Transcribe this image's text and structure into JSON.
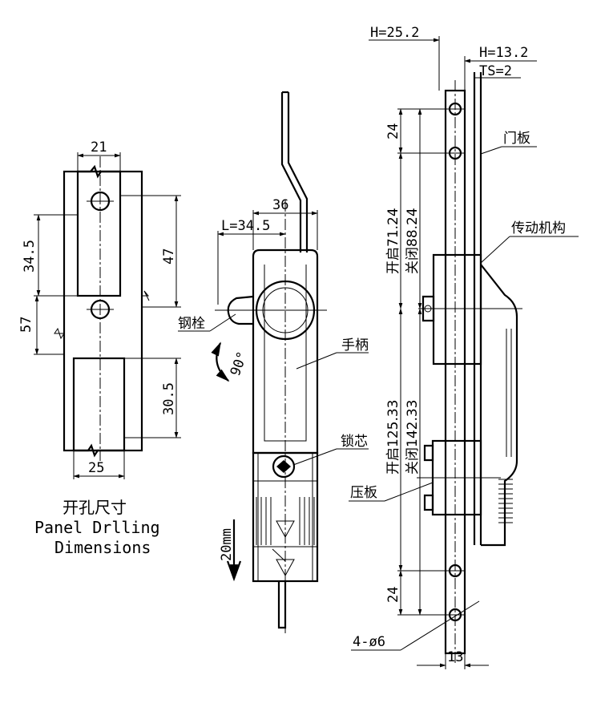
{
  "panel_drilling": {
    "dim_top_width": "21",
    "dim_bottom_width": "25",
    "dim_left_upper": "34.5",
    "dim_left_total": "57",
    "dim_right_upper": "47",
    "dim_right_lower": "30.5",
    "caption_cn": "开孔尺寸",
    "caption_en_line1": "Panel Drlling",
    "caption_en_line2": "Dimensions"
  },
  "front_view": {
    "dim_width": "36",
    "dim_L": "L=34.5",
    "label_bolt": "钢栓",
    "label_handle": "手柄",
    "label_lock_core": "锁芯",
    "rotation": "90°",
    "travel": "20mm"
  },
  "side_view": {
    "dim_H1": "H=25.2",
    "dim_H2": "H=13.2",
    "dim_TS": "TS=2",
    "dim_top_pitch": "24",
    "dim_bottom_pitch": "24",
    "dim_mid_open": "开启71.24",
    "dim_mid_closed": "关闭88.24",
    "dim_lower_open": "开启125.33",
    "dim_lower_closed": "关闭142.33",
    "label_door_panel": "门板",
    "label_drive": "传动机构",
    "label_press_plate": "压板",
    "label_holes": "4-ø6",
    "dim_bar_width": "13"
  }
}
